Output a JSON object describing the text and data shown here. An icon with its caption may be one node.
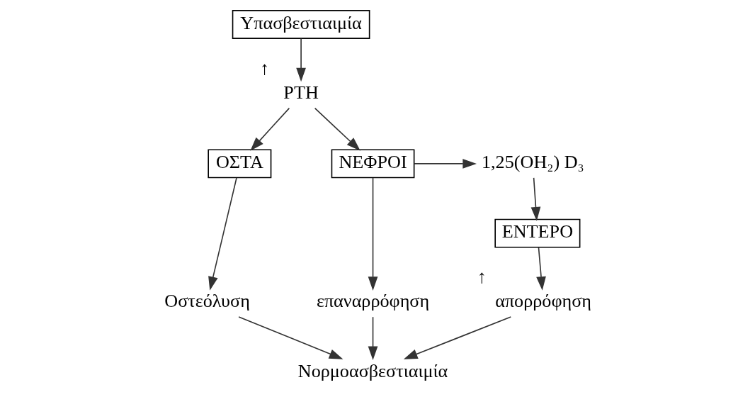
{
  "diagram": {
    "nodes": [
      {
        "text": [
          "Υπασβεστιαιμία"
        ]
      },
      {
        "text": [
          "PTH"
        ],
        "beside": [
          "↑"
        ]
      },
      {
        "text": [
          "ΟΣΤΑ"
        ]
      },
      {
        "text": [
          "1,25(OH₂) D₃"
        ]
      },
      {
        "text": [
          "ΝΕΦΡΟΙ"
        ]
      },
      {
        "text": [
          "ΕΝΤΕΡΟ"
        ]
      },
      {
        "text": [
          "Οστεόλυση"
        ]
      },
      {
        "text": [
          "απορρόφηση"
        ],
        "beside": [
          "↑"
        ]
      },
      {
        "text": [
          "επαναρρόφηση"
        ]
      },
      {
        "text": [
          "Νορμοασβεστιαιμία"
        ]
      }
    ],
    "edges": [
      {
        "from": 0,
        "to": 1,
        "arrow": "to"
      },
      {
        "from": 1,
        "to": 2,
        "arrow": "to"
      },
      {
        "from": 1,
        "to": 4,
        "arrow": "to"
      },
      {
        "from": 4,
        "to": 3,
        "arrow": "to"
      },
      {
        "from": 3,
        "to": 5,
        "arrow": "to"
      },
      {
        "from": 2,
        "to": 6,
        "arrow": "to"
      },
      {
        "from": 5,
        "to": 7,
        "arrow": "to"
      },
      {
        "from": 4,
        "to": 8,
        "arrow": "to"
      },
      {
        "from": 7,
        "to": 9,
        "arrow": "to"
      },
      {
        "from": 6,
        "to": 9,
        "arrow": "to"
      },
      {
        "from": 8,
        "to": 9,
        "arrow": "to"
      }
    ]
  }
}
